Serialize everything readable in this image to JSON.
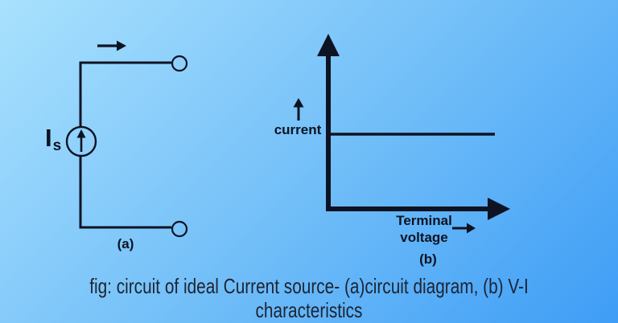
{
  "page": {
    "background_gradient_from": "#a9e1fd",
    "background_gradient_mid": "#6fbdf8",
    "background_gradient_to": "#3e9df6",
    "ink_color": "#0d1322",
    "caption_color": "#1c2433"
  },
  "circuit": {
    "source_label": {
      "main": "I",
      "sub": "s"
    },
    "panel_label": "(a)"
  },
  "graph": {
    "y_label": "current",
    "x_label": "Terminal voltage",
    "panel_label": "(b)"
  },
  "chart_data": {
    "type": "line",
    "title": "",
    "xlabel": "Terminal voltage",
    "ylabel": "current",
    "axis_ticks": "none",
    "grid": false,
    "legend": false,
    "series": [
      {
        "name": "ideal current source V-I characteristic",
        "description": "horizontal straight line: current stays constant for all terminal voltages"
      }
    ]
  },
  "caption": {
    "line1": "fig: circuit of ideal Current source- (a)circuit diagram, (b) V-I",
    "line2": "characteristics"
  }
}
